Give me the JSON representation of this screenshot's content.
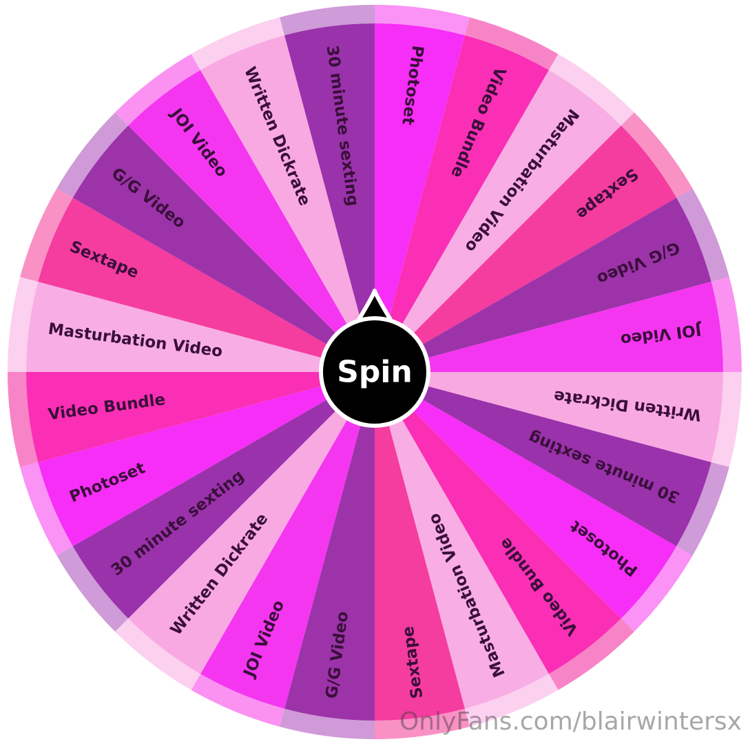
{
  "wheel": {
    "segments": [
      {
        "label": "Photoset",
        "color": "#f72ef7"
      },
      {
        "label": "Video Bundle",
        "color": "#fa2fb5"
      },
      {
        "label": "Masturbation Video",
        "color": "#f8aee4"
      },
      {
        "label": "Sextape",
        "color": "#f53c9f"
      },
      {
        "label": "G/G Video",
        "color": "#9c33a9"
      },
      {
        "label": "JOI Video",
        "color": "#f536f0"
      },
      {
        "label": "Written Dickrate",
        "color": "#f9a9e2"
      },
      {
        "label": "30 minute sexting",
        "color": "#9a32ab"
      },
      {
        "label": "Photoset",
        "color": "#f72ef7"
      },
      {
        "label": "Video Bundle",
        "color": "#fa2fb5"
      },
      {
        "label": "Masturbation Video",
        "color": "#f8aee4"
      },
      {
        "label": "Sextape",
        "color": "#f53c9f"
      },
      {
        "label": "G/G Video",
        "color": "#9c33a9"
      },
      {
        "label": "JOI Video",
        "color": "#f536f0"
      },
      {
        "label": "Written Dickrate",
        "color": "#f9a9e2"
      },
      {
        "label": "30 minute sexting",
        "color": "#9a32ab"
      },
      {
        "label": "Photoset",
        "color": "#f72ef7"
      },
      {
        "label": "Video Bundle",
        "color": "#fa2fb5"
      },
      {
        "label": "Masturbation Video",
        "color": "#f8aee4"
      },
      {
        "label": "Sextape",
        "color": "#f53c9f"
      },
      {
        "label": "G/G Video",
        "color": "#9c33a9"
      },
      {
        "label": "JOI Video",
        "color": "#f536f0"
      },
      {
        "label": "Written Dickrate",
        "color": "#f9a9e2"
      },
      {
        "label": "30 minute sexting",
        "color": "#9a32ab"
      }
    ],
    "rim_colors": [
      "#fb92f5",
      "#f884c8",
      "#fcd0ef",
      "#f991c4",
      "#d09ad8",
      "#fb92f2",
      "#fcd0ef",
      "#cf9bd8"
    ],
    "spin_button": {
      "label": "Spin",
      "color": "#000000",
      "border_color": "#ffffff"
    }
  },
  "watermark": "OnlyFans.com/blairwintersx"
}
